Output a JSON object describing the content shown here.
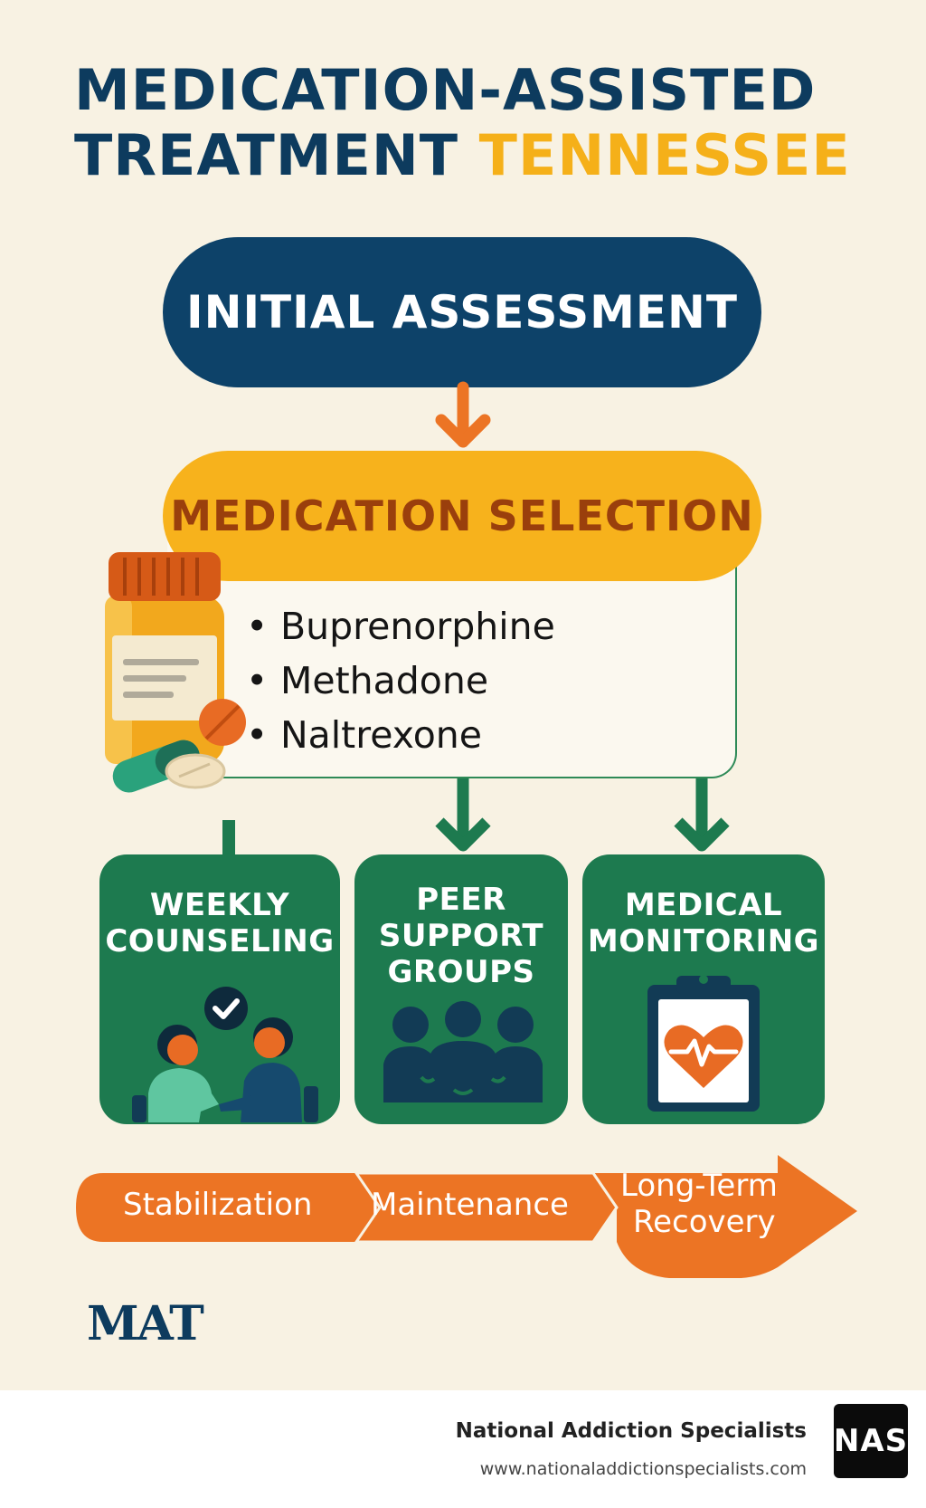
{
  "title": {
    "line1": "MEDICATION-ASSISTED",
    "line2_main": "TREATMENT",
    "line2_accent": "TENNESSEE"
  },
  "steps": {
    "initial": "INITIAL ASSESSMENT",
    "selection": "MEDICATION SELECTION",
    "medications": [
      "Buprenorphine",
      "Methadone",
      "Naltrexone"
    ]
  },
  "services": [
    {
      "lines": [
        "WEEKLY",
        "COUNSELING"
      ],
      "icon": "counseling-icon"
    },
    {
      "lines": [
        "PEER",
        "SUPPORT",
        "GROUPS"
      ],
      "icon": "group-icon"
    },
    {
      "lines": [
        "MEDICAL",
        "MONITORING"
      ],
      "icon": "clipboard-heart-icon"
    }
  ],
  "phases": [
    "Stabilization",
    "Maintenance",
    "Long-Term",
    "Recovery"
  ],
  "logo": "MAT",
  "footer": {
    "org": "National Addiction Specialists",
    "url": "www.nationaladdictionspecialists.com",
    "badge": "NAS"
  },
  "colors": {
    "navy": "#0d4269",
    "gold": "#f7b21c",
    "green": "#1d7a4f",
    "orange": "#ec7424",
    "background": "#f8f2e3"
  }
}
